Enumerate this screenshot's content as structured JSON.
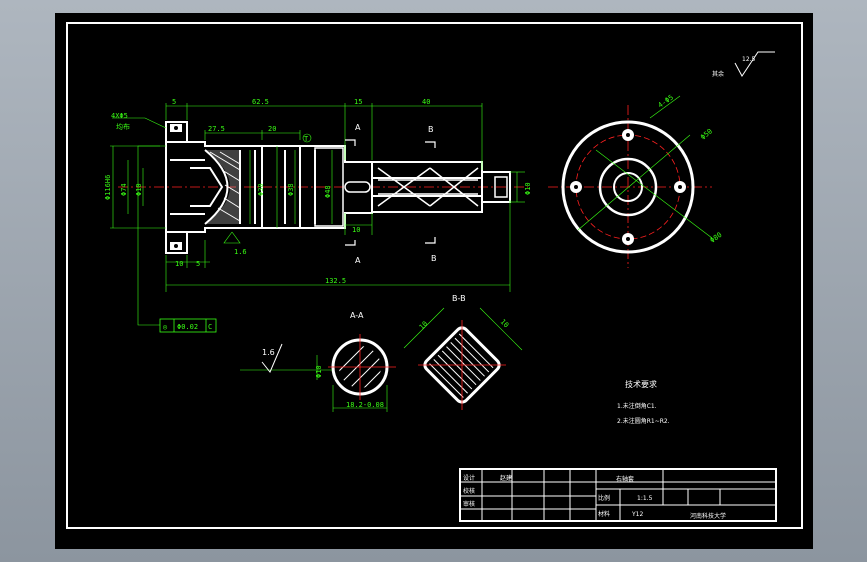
{
  "colors": {
    "canvas": "#000000",
    "outline": "#ffffff",
    "dimension": "#39ff14",
    "centerline": "#ff2020",
    "hatch": "#ffffff"
  },
  "surface_finish": {
    "other_label": "其余",
    "value": "12.5"
  },
  "main_view": {
    "hole_note_1": "4XΦ5",
    "hole_note_2": "均布",
    "dims": {
      "top_5": "5",
      "top_62_5": "62.5",
      "top_15": "15",
      "top_40": "40",
      "inner_27_5": "27.5",
      "inner_20": "20",
      "bottom_10": "10",
      "bottom_5": "5",
      "bottom_10b": "10",
      "overall_132_5": "132.5",
      "dia_left_1": "Φ116H6",
      "dia_left_2": "Φ74",
      "dia_left_3": "Φ10",
      "dia_mid_1": "Φ30",
      "dia_mid_2": "Φ38",
      "dia_mid_3": "Φ48",
      "dia_right": "Φ10",
      "finish_left": "1.6"
    },
    "section_A_top": "A",
    "section_A_bottom": "A",
    "section_B_top": "B",
    "section_B_bottom": "B",
    "tolerance_frame": {
      "symbol": "◎",
      "value": "Φ0.02",
      "datum": "C"
    },
    "datum_label": "T"
  },
  "side_view": {
    "pcd_label": "Φ50",
    "bolt_label": "4-Φ5",
    "outer_label": "Φ80"
  },
  "section_aa": {
    "title": "A-A",
    "finish": "1.6",
    "dim_h": "Φ10",
    "dim_w": "18.2-0.08"
  },
  "section_bb": {
    "title": "B-B",
    "dim_1": "10",
    "dim_2": "10"
  },
  "tech_notes": {
    "title": "技术要求",
    "line1": "1.未注倒角C1.",
    "line2": "2.未注圆角R1~R2."
  },
  "title_block": {
    "design_label": "设计",
    "designer": "赵建",
    "check_label": "校核",
    "review_label": "审核",
    "part_name": "右轴套",
    "scale_label": "比例",
    "scale_value": "1:1.5",
    "material_label": "材料",
    "material_value": "Y12",
    "school": "河南科技大学"
  }
}
